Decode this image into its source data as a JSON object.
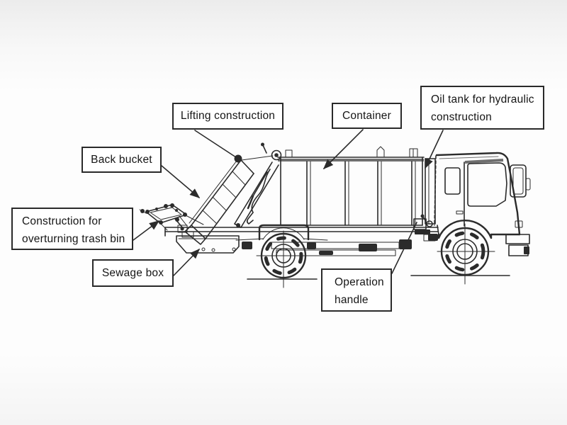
{
  "diagram": {
    "subject": "Rear-loading garbage compactor truck parts diagram",
    "colors": {
      "background": "#fbfbfb",
      "line": "#2b2b2b",
      "line_soft": "#6f6f6f",
      "label_bg": "#ffffff",
      "label_border": "#2a2a2a",
      "text": "#151515"
    },
    "labels": {
      "lifting": {
        "text": "Lifting construction"
      },
      "back_bucket": {
        "text": "Back bucket"
      },
      "container": {
        "text": "Container"
      },
      "oil_tank": {
        "line1": "Oil tank for hydraulic",
        "line2": "construction"
      },
      "overturn": {
        "line1": "Construction for",
        "line2": "overturning trash bin"
      },
      "sewage": {
        "text": "Sewage box"
      },
      "operation": {
        "line1": "Operation",
        "line2": "handle"
      }
    }
  }
}
